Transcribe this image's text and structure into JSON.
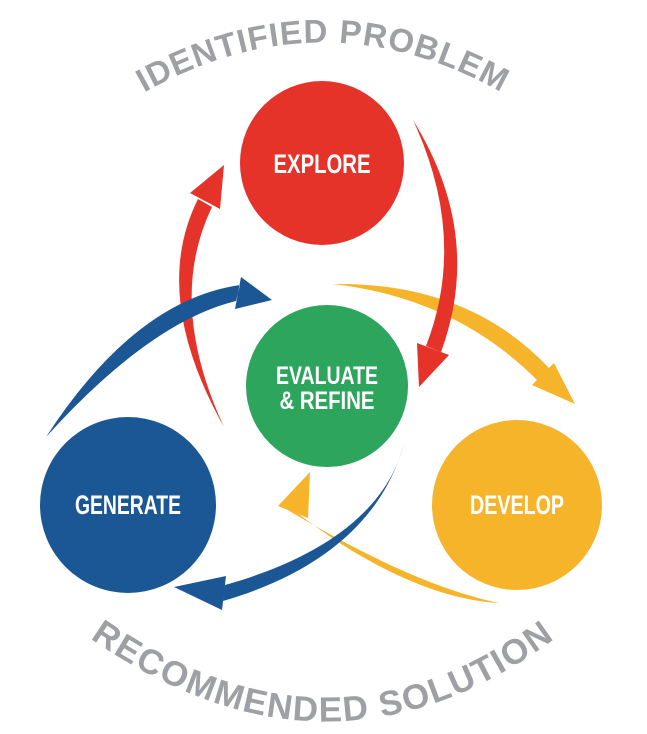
{
  "titles": {
    "top": "IDENTIFIED PROBLEM",
    "bottom": "RECOMMENDED SOLUTION"
  },
  "circles": {
    "explore": {
      "label": "EXPLORE"
    },
    "evaluate": {
      "label": "EVALUATE & REFINE",
      "line1": "EVALUATE",
      "line2": "& REFINE"
    },
    "generate": {
      "label": "GENERATE"
    },
    "develop": {
      "label": "DEVELOP"
    }
  },
  "colors": {
    "red": "#E5332A",
    "green": "#2EA55C",
    "blue": "#1B5795",
    "yellow": "#F6B42A",
    "arc_text": "#9EA0A3",
    "label_text": "#FFFFFF",
    "background": "#FFFFFF"
  },
  "diagram": {
    "type": "cycle-process-diagram",
    "edges": [
      {
        "from": "evaluate",
        "to": "explore",
        "color": "red"
      },
      {
        "from": "explore",
        "to": "evaluate",
        "color": "red"
      },
      {
        "from": "evaluate",
        "to": "develop",
        "color": "yellow"
      },
      {
        "from": "develop",
        "to": "evaluate",
        "color": "yellow"
      },
      {
        "from": "generate",
        "to": "evaluate",
        "color": "blue"
      },
      {
        "from": "evaluate",
        "to": "generate",
        "color": "blue"
      }
    ]
  }
}
